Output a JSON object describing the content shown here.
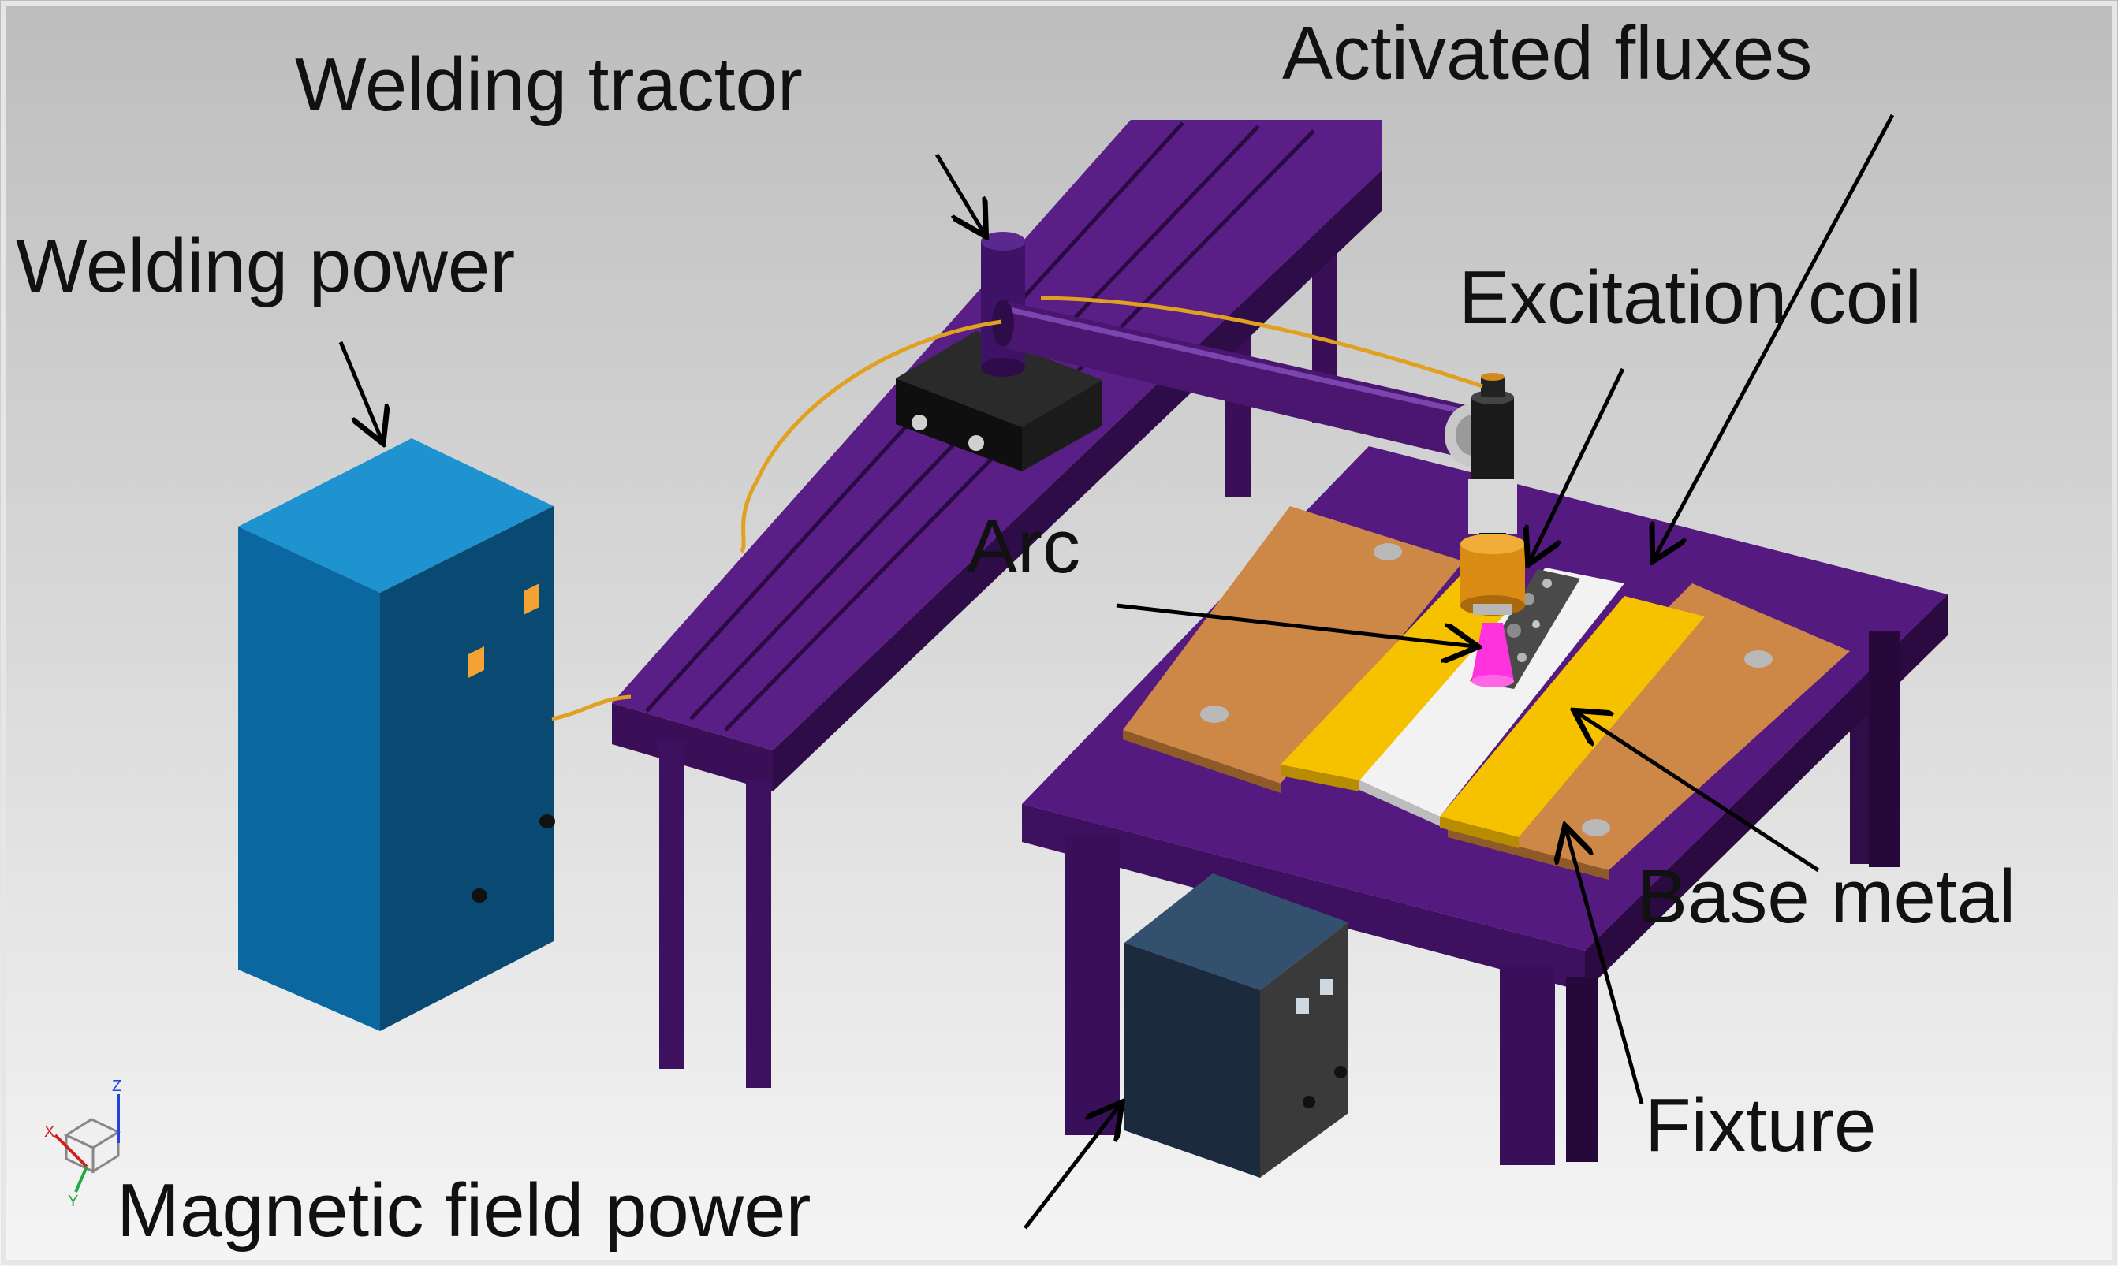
{
  "labels": {
    "welding_tractor": "Welding tractor",
    "activated_fluxes": "Activated  fluxes",
    "welding_power": "Welding power",
    "excitation_coil": "Excitation coil",
    "arc": "Arc",
    "base_metal": "Base metal",
    "fixture": "Fixture",
    "magnetic_field_power": "Magnetic field power"
  },
  "axis_triad": {
    "x": "X",
    "y": "Y",
    "z": "Z"
  },
  "colors": {
    "background_top": "#bdbdbd",
    "background_bottom": "#f4f4f4",
    "rail_purple": "#4b1670",
    "table_purple": "#4a1a6c",
    "cabinet_blue": "#0a5c8c",
    "fixture_copper": "#cd8847",
    "guide_yellow": "#f6c200",
    "base_metal_white": "#f2f2f2",
    "coil_orange": "#d98b12",
    "arc_magenta": "#ff33dd",
    "wire_orange": "#e0a020",
    "tractor_black": "#141414",
    "magnet_box_navy": "#1c2a3e"
  }
}
